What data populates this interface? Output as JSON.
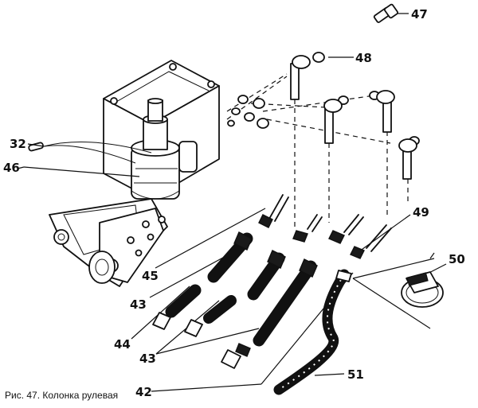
{
  "caption": "Рис. 47. Колонка рулевая",
  "callouts": [
    "32",
    "46",
    "45",
    "43",
    "44",
    "43",
    "42",
    "51",
    "50",
    "49",
    "47",
    "48"
  ]
}
